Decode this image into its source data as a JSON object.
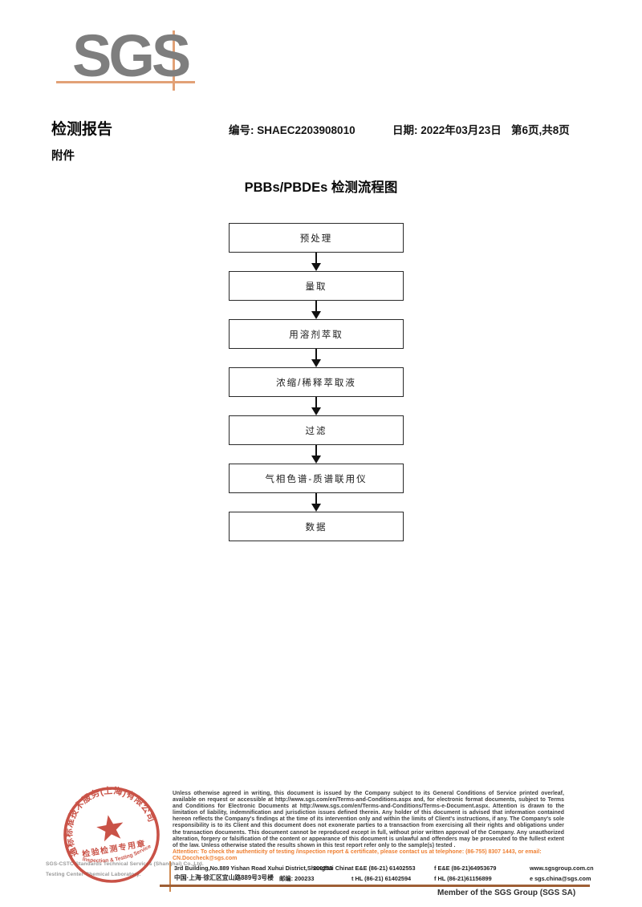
{
  "logo": {
    "text": "SGS"
  },
  "header": {
    "title": "检测报告",
    "number": "编号: SHAEC2203908010",
    "date": "日期: 2022年03月23日",
    "page_info": "第6页,共8页",
    "attachment": "附件"
  },
  "flowchart": {
    "title": "PBBs/PBDEs 检测流程图",
    "steps": [
      "预处理",
      "量取",
      "用溶剂萃取",
      "浓缩/稀释萃取液",
      "过滤",
      "气相色谱-质谱联用仪",
      "数据"
    ]
  },
  "stamp": {
    "arc_text": "通标标准技术服务(上海)有限公司",
    "line1": "检验检测专用章",
    "line2": "Inspection & Testing Services"
  },
  "company": {
    "line1": "SGS-CSTC Standards Technical Services (Shanghai) Co.,Ltd.",
    "line2": "Testing Center-Chemical Laboratory."
  },
  "disclaimer": {
    "text": "Unless otherwise agreed in writing, this document is issued by the Company subject to its General Conditions of Service printed overleaf, available on request or accessible at http://www.sgs.com/en/Terms-and-Conditions.aspx and, for electronic format documents, subject to Terms and Conditions for Electronic Documents at http://www.sgs.com/en/Terms-and-Conditions/Terms-e-Document.aspx. Attention is drawn to the limitation of liability, indemnification and jurisdiction issues defined therein. Any holder of this document is advised that information contained hereon reflects the Company's findings at the time of its intervention only and within the limits of Client's instructions, if any. The Company's sole responsibility is to its Client and this document does not exonerate parties to a transaction from exercising all their rights and obligations under the transaction documents. This document cannot be reproduced except in full, without prior written approval of the Company. Any unauthorized alteration, forgery or falsification of the content or appearance of this document is unlawful and offenders may be prosecuted to the fullest extent of the law. Unless otherwise stated the results shown in this test report refer only to the sample(s) tested ."
  },
  "attention": {
    "text": "Attention: To check the authenticity of testing /inspection report & certificate, please contact us at telephone: (86-755) 8307 1443, or email: CN.Doccheck@sgs.com"
  },
  "footer": {
    "address_en": "3rd Building,No.889 Yishan Road Xuhui District,Shanghai China",
    "postal_en": "200233",
    "tel_en": "t E&E (86-21) 61402553",
    "fax_en": "f E&E (86-21)64953679",
    "web": "www.sgsgroup.com.cn",
    "address_cn": "中国·上海·徐汇区宜山路889号3号楼",
    "postal_cn": "邮编: 200233",
    "tel_cn": "t HL (86-21) 61402594",
    "fax_cn": "f HL (86-21)61156899",
    "email": "e sgs.china@sgs.com",
    "member": "Member of the SGS Group (SGS SA)"
  },
  "colors": {
    "logo_gray": "#7e7e7e",
    "accent_orange": "#e2a176",
    "attention_orange": "#ee7f31",
    "stamp_red": "#c23b2e",
    "rule_brown": "#9e5f35"
  }
}
